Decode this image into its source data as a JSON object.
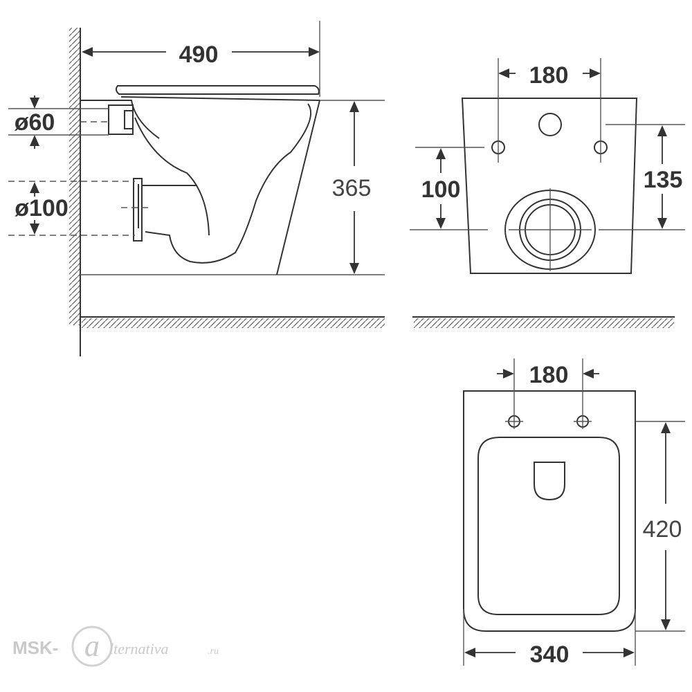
{
  "side_view": {
    "width_dim": "490",
    "height_dim": "365",
    "inlet_dia": "ø60",
    "outlet_dia": "ø100"
  },
  "rear_view": {
    "bolt_spacing": "180",
    "inlet_to_outlet": "135",
    "outlet_height": "100"
  },
  "top_view": {
    "bolt_spacing": "180",
    "length_dim": "420",
    "width_dim": "340"
  },
  "watermark": {
    "left": "MSK-",
    "letter": "a",
    "right": "lternativa",
    "suffix": ".ru"
  }
}
